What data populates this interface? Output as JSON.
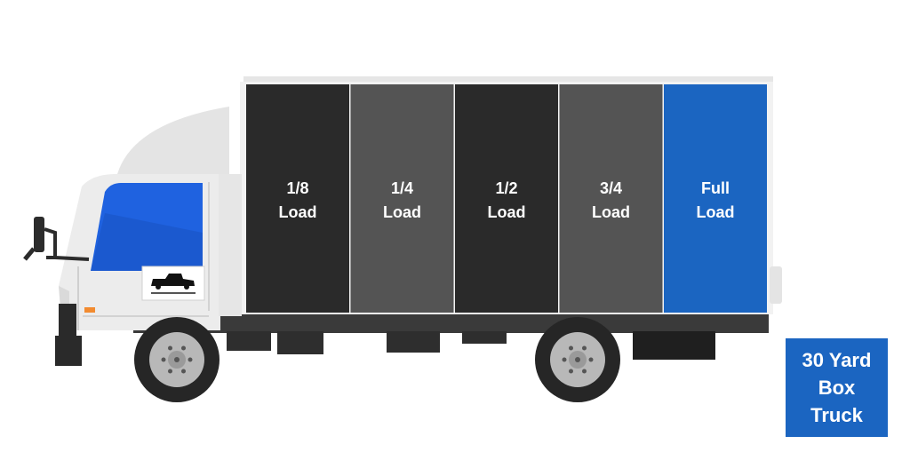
{
  "colors": {
    "segment_dark": "#2a2a2a",
    "segment_gray": "#545454",
    "segment_accent": "#1b65c1",
    "cab_body": "#ececec",
    "cab_shade": "#dcdcdc",
    "windshield": "#1f62e0",
    "frame": "#3a3a3a",
    "tire": "#262626",
    "rim": "#b8b8b8",
    "badge": "#1b65c1",
    "indicator": "#f28b30"
  },
  "cargo": {
    "segments": [
      {
        "line1": "1/8",
        "line2": "Load",
        "tone": "dark"
      },
      {
        "line1": "1/4",
        "line2": "Load",
        "tone": "gray"
      },
      {
        "line1": "1/2",
        "line2": "Load",
        "tone": "dark"
      },
      {
        "line1": "3/4",
        "line2": "Load",
        "tone": "gray"
      },
      {
        "line1": "Full",
        "line2": "Load",
        "tone": "accent"
      }
    ]
  },
  "badge": {
    "line1": "30 Yard",
    "line2": "Box",
    "line3": "Truck"
  },
  "icons": {
    "door_logo": "pickup-truck-logo-icon",
    "mirror": "side-mirror-icon",
    "wheels": "wheel-icon"
  }
}
